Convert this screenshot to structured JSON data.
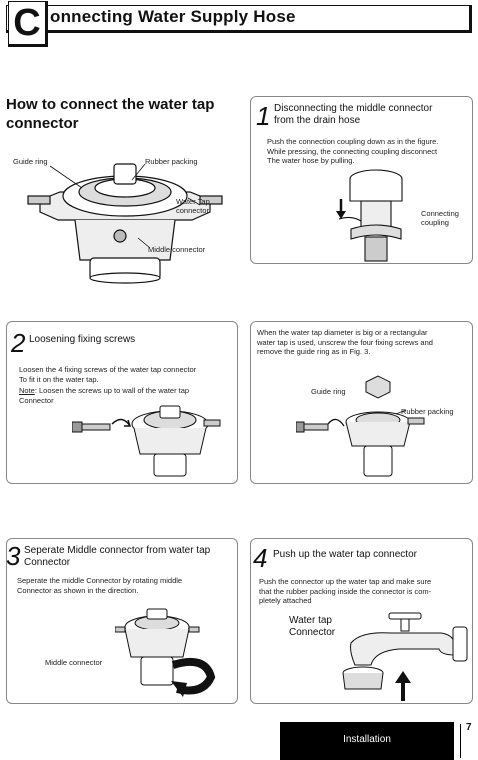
{
  "header": {
    "initial": "C",
    "title": "onnecting Water Supply Hose"
  },
  "intro": {
    "title_line1": "How to connect the water tap",
    "title_line2": "connector",
    "labels": {
      "guide_ring": "Guide ring",
      "rubber_packing": "Rubber packing",
      "water_tap_connector_l1": "Water Tap",
      "water_tap_connector_l2": "connector",
      "middle_connector": "Middle connector"
    }
  },
  "steps": {
    "s1": {
      "number": "1",
      "title_l1": "Disconnecting the middle connector",
      "title_l2": "from the drain hose",
      "body": [
        "Push the connection coupling down as in the figure.",
        "While pressing, the connecting coupling disconnect",
        "The water hose by pulling."
      ],
      "label_l1": "Connecting",
      "label_l2": "coupling"
    },
    "s2": {
      "number": "2",
      "title": "Loosening fixing screws",
      "body": [
        "Loosen the 4 fixing screws of the water tap connector",
        "To fit it on the water tap."
      ],
      "note_label": "Note",
      "note_text": ": Loosen the screws up to wall of the water tap",
      "note_text2": "Connector"
    },
    "s2b": {
      "body": [
        "When the water tap diameter is big or a rectangular",
        "water tap is used, unscrew the four fixing screws and",
        "remove the guide ring as in Fig. 3."
      ],
      "guide_ring": "Guide ring",
      "rubber_packing": "Rubber packing"
    },
    "s3": {
      "number": "3",
      "title_l1": "Seperate Middle connector from water tap",
      "title_l2": "Connector",
      "body": [
        "Seperate the middle Connector by rotating middle",
        "Connector as shown in the direction."
      ],
      "label": "Middle connector"
    },
    "s4": {
      "number": "4",
      "title": "Push up the water tap  connector",
      "body": [
        "Push the connector up the water tap and make sure",
        "that the rubber packing inside the connector is com-",
        "pletely attached"
      ],
      "label_l1": "Water tap",
      "label_l2": "Connector"
    }
  },
  "footer": {
    "section": "Installation",
    "page": "7"
  }
}
